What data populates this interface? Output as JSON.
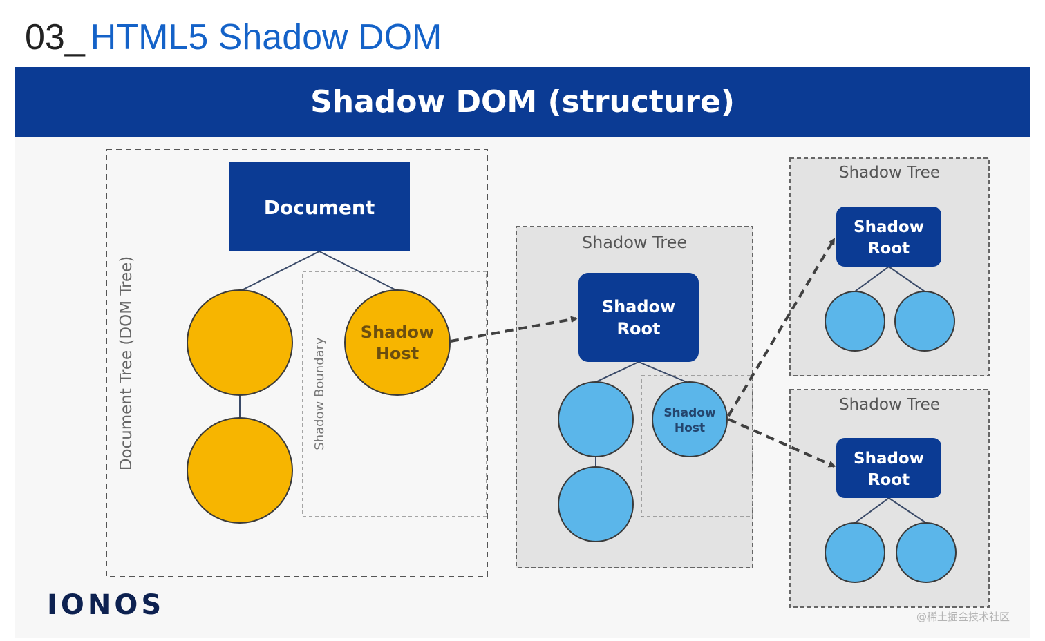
{
  "page": {
    "number": "03_",
    "title": "HTML5 Shadow DOM"
  },
  "banner": {
    "title": "Shadow DOM (structure)"
  },
  "diagram": {
    "document_tree_label": "Document Tree (DOM Tree)",
    "shadow_boundary_label": "Shadow Boundary",
    "document_node": "Document",
    "shadow_host_line1": "Shadow",
    "shadow_host_line2": "Host",
    "shadow_tree_label": "Shadow Tree",
    "shadow_root_line1": "Shadow",
    "shadow_root_line2": "Root",
    "nested_host_line1": "Shadow",
    "nested_host_line2": "Host"
  },
  "colors": {
    "navy": "#0b3b94",
    "title_blue": "#1462c8",
    "orange_node": "#f7b500",
    "blue_node": "#5bb6ea",
    "shadow_tree_bg": "#e3e3e3"
  },
  "brand": {
    "logo_text": "IONOS"
  },
  "watermark": {
    "text": "@稀土掘金技术社区"
  }
}
